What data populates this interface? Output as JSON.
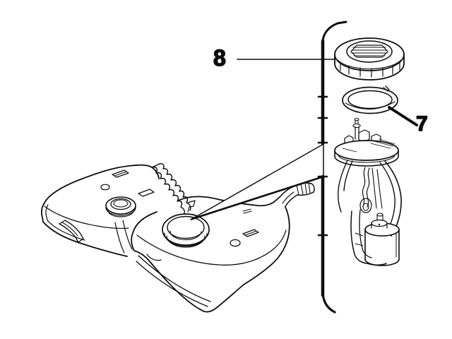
{
  "figure": {
    "background_color": "#ffffff",
    "line_color": "#0d0d0d",
    "callouts": [
      {
        "label": "8",
        "target": "lock-ring"
      },
      {
        "label": "7",
        "target": "seal-ring"
      }
    ],
    "parts": [
      {
        "icon": "fuel-tank-drawing"
      },
      {
        "icon": "lock-ring-drawing"
      },
      {
        "icon": "seal-ring-drawing"
      },
      {
        "icon": "fuel-pump-module-drawing"
      },
      {
        "icon": "group-bracket"
      },
      {
        "icon": "installation-arrow-icon"
      }
    ]
  }
}
